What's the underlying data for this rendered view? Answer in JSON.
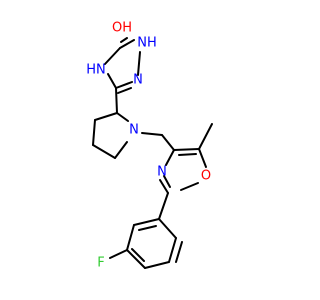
{
  "colors": {
    "bond": "#000000",
    "oxygen": "#ff0000",
    "nitrogen": "#0000ff",
    "fluorine": "#33cc33",
    "background": "#ffffff"
  },
  "atoms": {
    "oh_label": "OH",
    "nh_top_label": "NH",
    "n_label": "N",
    "hn_label": "HN",
    "pyrrolidine_n_label": "N",
    "oxazole_n_label": "N",
    "oxazole_o_label": "O",
    "fluorine_label": "F"
  }
}
